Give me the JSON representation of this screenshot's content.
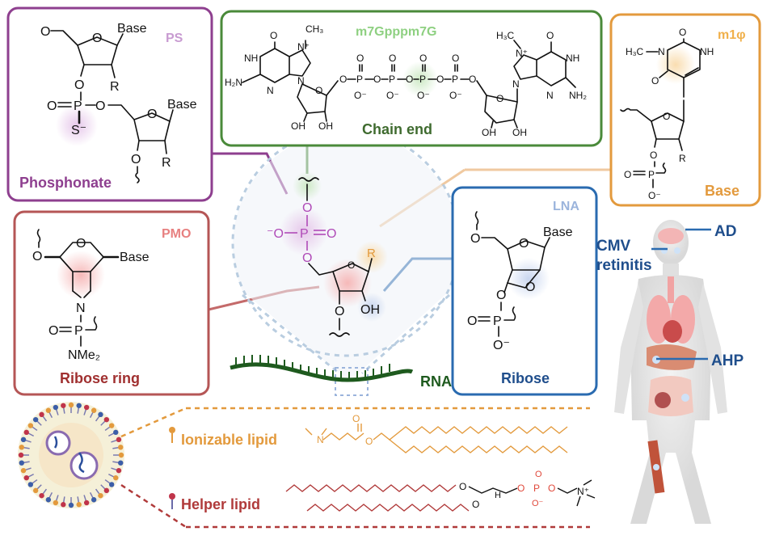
{
  "panels": {
    "ps": {
      "tag": "PS",
      "caption": "Phosphonate"
    },
    "cap": {
      "tag": "m7Gpppm7G",
      "caption": "Chain end"
    },
    "m1psi": {
      "tag": "m1φ",
      "caption": "Base"
    },
    "pmo": {
      "tag": "PMO",
      "caption": "Ribose ring"
    },
    "lna": {
      "tag": "LNA",
      "caption": "Ribose"
    }
  },
  "center": {
    "r_group": "R",
    "oh": "OH",
    "rna_label": "RNA"
  },
  "atoms": {
    "O": "O",
    "Base": "Base",
    "R": "R",
    "P": "P",
    "S": "S⁻",
    "N": "N",
    "NH": "NH",
    "N_plus": "N⁺",
    "H2N": "H₂N",
    "NH2": "NH₂",
    "OH": "OH",
    "O_minus": "O⁻",
    "minus_O": "⁻O",
    "CH3": "CH₃",
    "H3C": "H₃C",
    "NMe2": "NMe₂",
    "H": "H",
    "N_plus_me": "N⁺"
  },
  "body": {
    "labels": [
      "AD",
      "CMV retinitis",
      "AHP"
    ],
    "cmv_lines": [
      "CMV",
      "retinitis"
    ]
  },
  "lipids": {
    "ionizable": "Ionizable lipid",
    "helper": "Helper lipid"
  },
  "colors": {
    "purple": "#8e3f8f",
    "green": "#4a8a3a",
    "orange": "#e39a3d",
    "red": "#b03a3a",
    "blue": "#2a6bb0",
    "darkblue": "#1f4e8c",
    "darkgreen": "#1e5a1e",
    "lightpurple": "#c89bd1",
    "lightgreen": "#8ed081",
    "lightorange": "#f0b04a",
    "salmon": "#e78080",
    "lightblue": "#9bb4dc"
  }
}
